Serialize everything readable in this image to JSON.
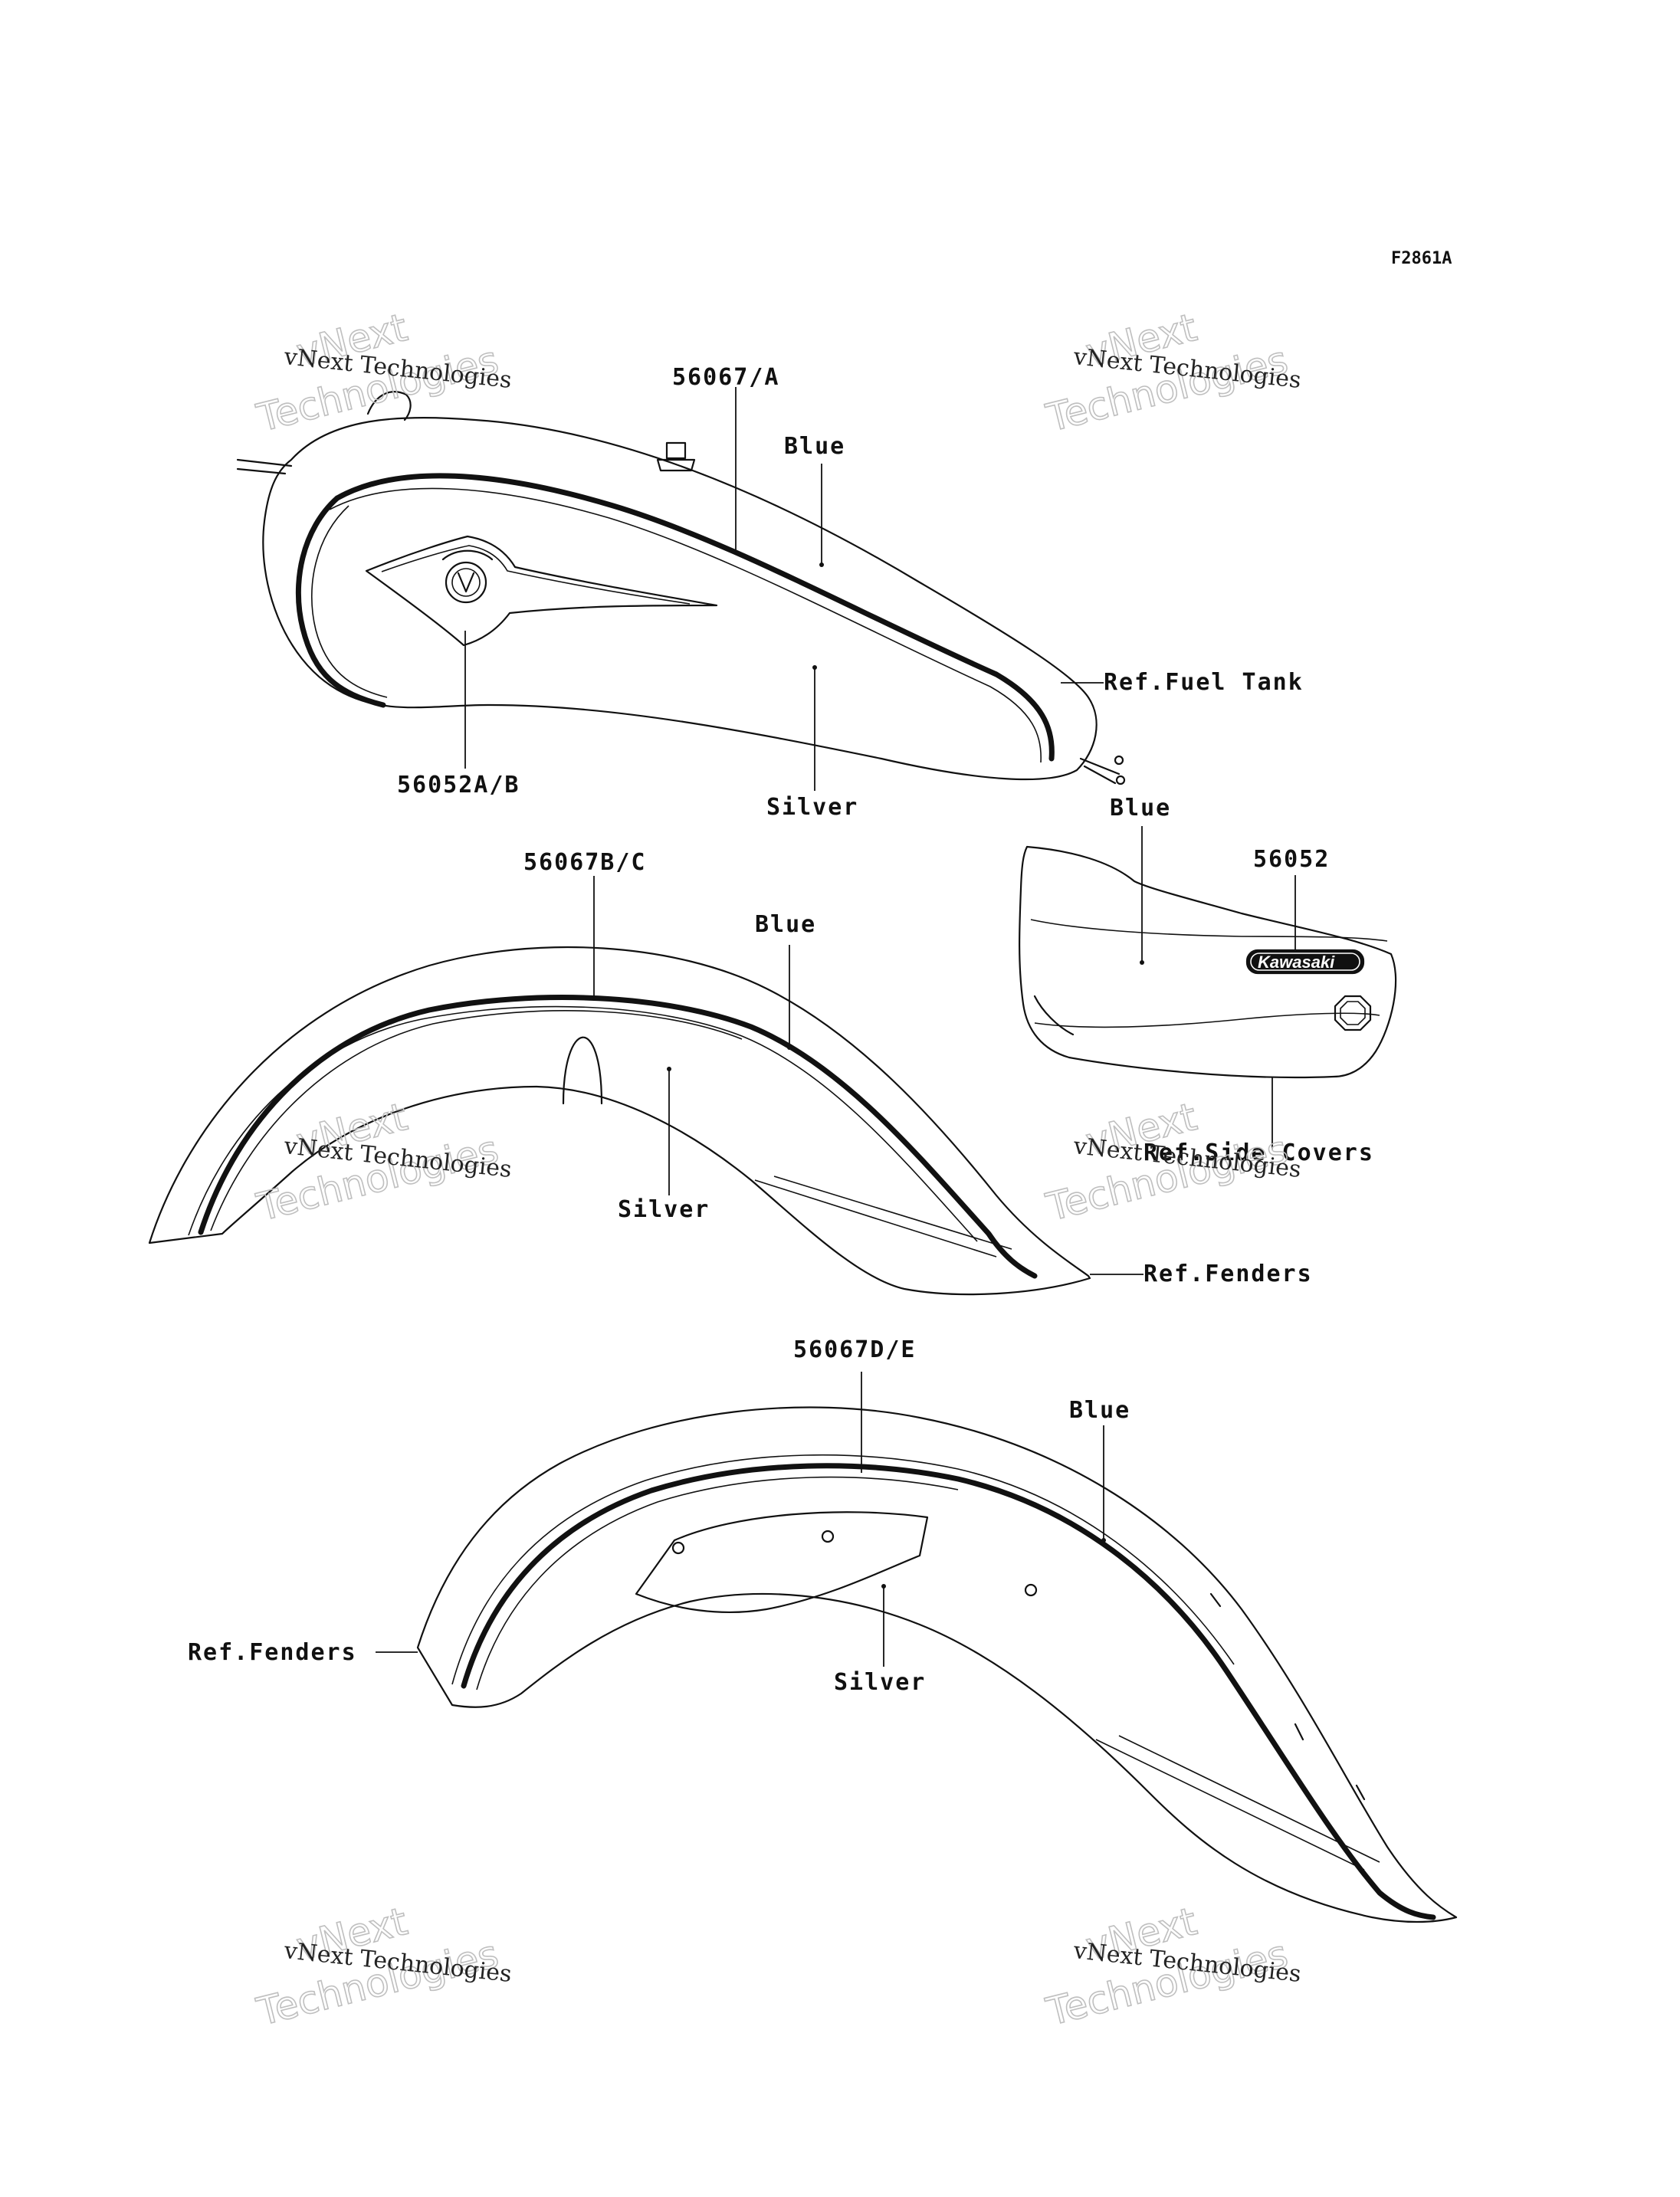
{
  "figure_code": "F2861A",
  "labels": {
    "tank_part": "56067/A",
    "tank_blue": "Blue",
    "tank_ref": "Ref.Fuel Tank",
    "tank_emblem": "56052A/B",
    "tank_silver": "Silver",
    "cover_blue": "Blue",
    "cover_part": "56052",
    "cover_ref": "Ref.Side Covers",
    "front_part": "56067B/C",
    "front_blue": "Blue",
    "front_silver": "Silver",
    "front_ref": "Ref.Fenders",
    "rear_part": "56067D/E",
    "rear_blue": "Blue",
    "rear_ref": "Ref.Fenders",
    "rear_silver": "Silver"
  },
  "side_cover_logo": "Kawasaki",
  "watermark": {
    "line1": "vNext Technologies",
    "line2a": "vNext",
    "line2b": "Technologies"
  }
}
